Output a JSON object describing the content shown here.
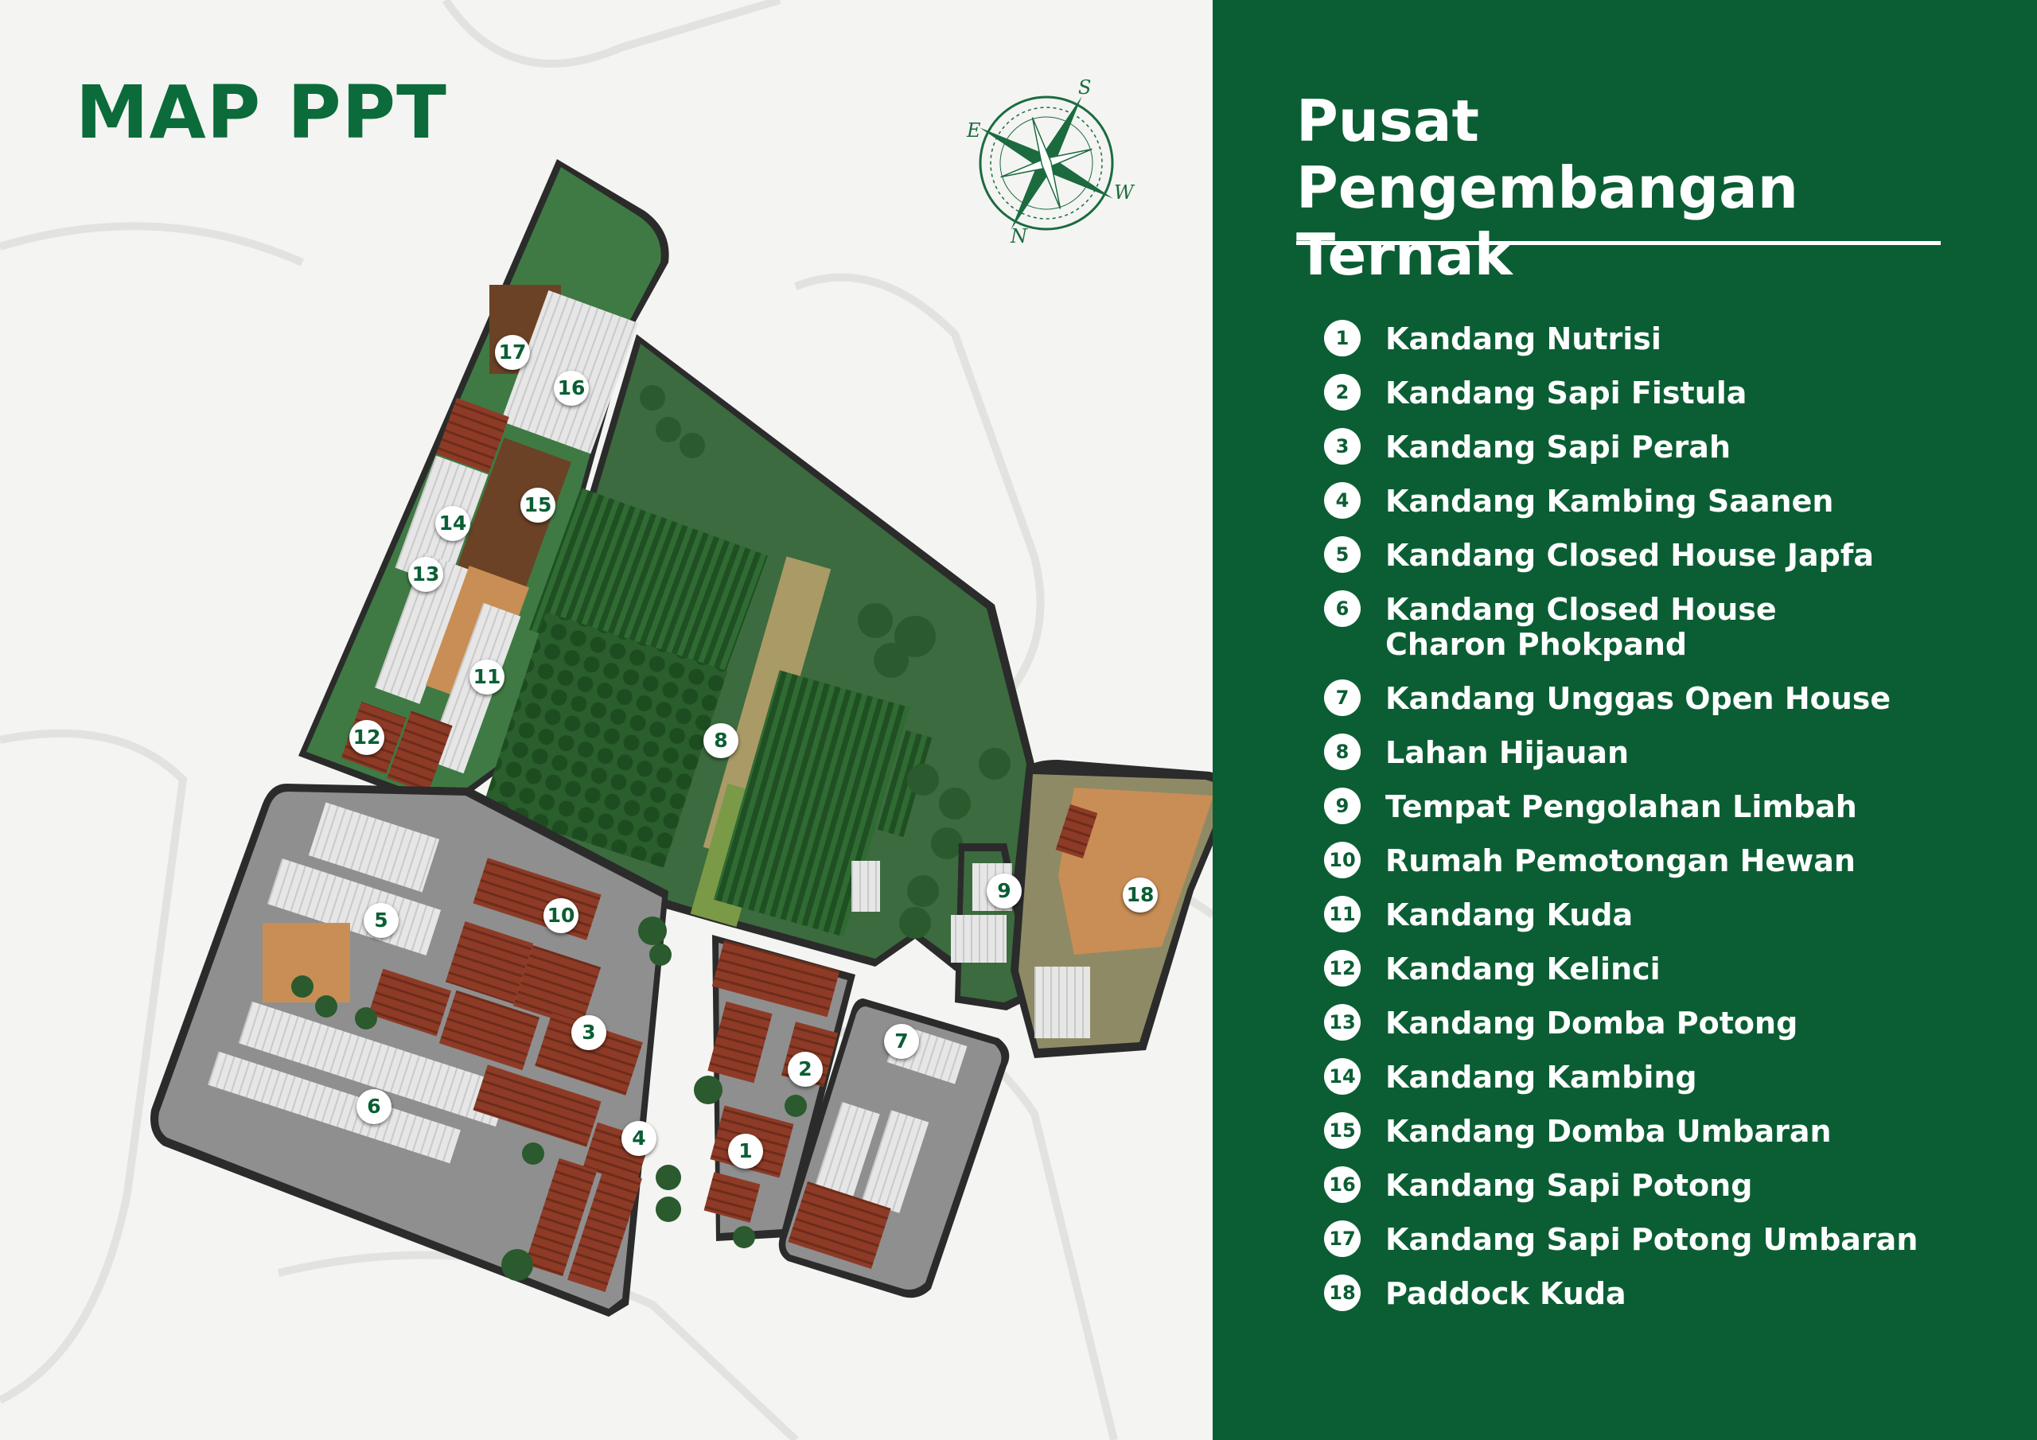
{
  "map": {
    "title": "MAP PPT",
    "compass": {
      "north": "N",
      "south": "S",
      "east": "E",
      "west": "W"
    },
    "colors": {
      "accent": "#0b5e34",
      "title": "#0b6b3a",
      "grass": "#3f7a44",
      "roof": "#8b3a26",
      "pavement": "#8f8f8f",
      "soil": "#c98e55"
    }
  },
  "panel": {
    "title": "Pusat Pengembangan Ternak",
    "legend": [
      {
        "number": "1",
        "label": "Kandang Nutrisi"
      },
      {
        "number": "2",
        "label": "Kandang Sapi Fistula"
      },
      {
        "number": "3",
        "label": "Kandang Sapi Perah"
      },
      {
        "number": "4",
        "label": "Kandang Kambing Saanen"
      },
      {
        "number": "5",
        "label": "Kandang Closed House Japfa"
      },
      {
        "number": "6",
        "label": "Kandang Closed House Charon Phokpand"
      },
      {
        "number": "7",
        "label": "Kandang Unggas Open House"
      },
      {
        "number": "8",
        "label": "Lahan Hijauan"
      },
      {
        "number": "9",
        "label": "Tempat Pengolahan Limbah"
      },
      {
        "number": "10",
        "label": "Rumah Pemotongan Hewan"
      },
      {
        "number": "11",
        "label": "Kandang Kuda"
      },
      {
        "number": "12",
        "label": "Kandang Kelinci"
      },
      {
        "number": "13",
        "label": "Kandang Domba Potong"
      },
      {
        "number": "14",
        "label": "Kandang Kambing"
      },
      {
        "number": "15",
        "label": "Kandang Domba Umbaran"
      },
      {
        "number": "16",
        "label": "Kandang Sapi Potong"
      },
      {
        "number": "17",
        "label": "Kandang Sapi Potong Umbaran"
      },
      {
        "number": "18",
        "label": "Paddock Kuda"
      }
    ]
  }
}
